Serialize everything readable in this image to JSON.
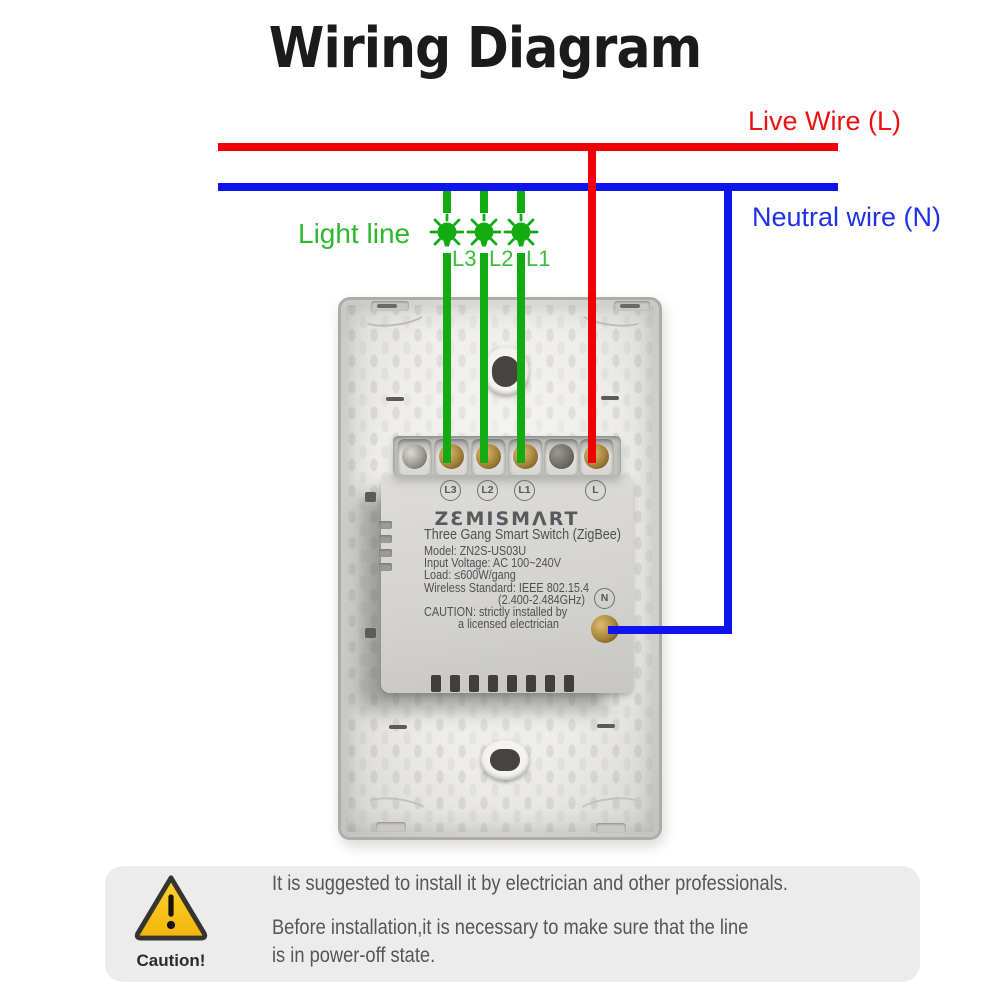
{
  "title": "Wiring Diagram",
  "wires": {
    "live_label": "Live Wire (L)",
    "neutral_label": "Neutral wire (N)",
    "light_label": "Light line",
    "live_color": "#ee0005",
    "neutral_color": "#0d14ee",
    "light_color": "#12ab12"
  },
  "lights": [
    "L3",
    "L2",
    "L1"
  ],
  "device": {
    "brand": "ZƐMISMΛRT",
    "terminals": [
      "L3",
      "L2",
      "L1",
      "L"
    ],
    "neutral": "N",
    "specs": [
      "Three Gang Smart Switch (ZigBee)",
      "Model: ZN2S-US03U",
      "Input Voltage: AC 100~240V",
      "Load: ≤600W/gang",
      "Wireless Standard: IEEE 802.15.4",
      "(2.400-2.484GHz)",
      "CAUTION: strictly installed by",
      "a licensed electrician"
    ]
  },
  "caution": {
    "label": "Caution!",
    "line1": "It is suggested to install it by electrician and other professionals.",
    "line2": "Before installation,it is necessary to make sure that the line",
    "line3": "is in power-off state."
  }
}
